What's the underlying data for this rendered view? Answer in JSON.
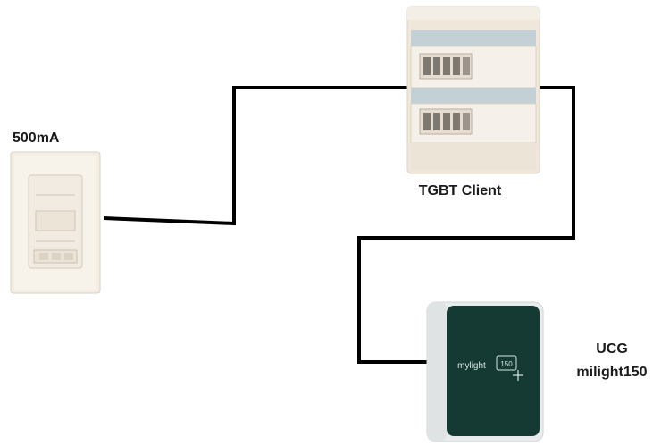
{
  "nodes": {
    "meter": {
      "label": "500mA",
      "icon": "dimmer-switch-icon"
    },
    "panel": {
      "label": "TGBT Client",
      "icon": "electrical-panel-icon"
    },
    "ucg": {
      "label_line1": "UCG",
      "label_line2": "milight150",
      "device_text": "mylight",
      "device_badge": "150",
      "icon": "mylight-box-icon"
    }
  },
  "colors": {
    "wire": "#000000",
    "cabinet_body": "#efe7da",
    "cabinet_rail": "#b9c9cf",
    "device_panel": "#153a33",
    "device_shell": "#e9ecec",
    "meter_body": "#f4ede2"
  }
}
